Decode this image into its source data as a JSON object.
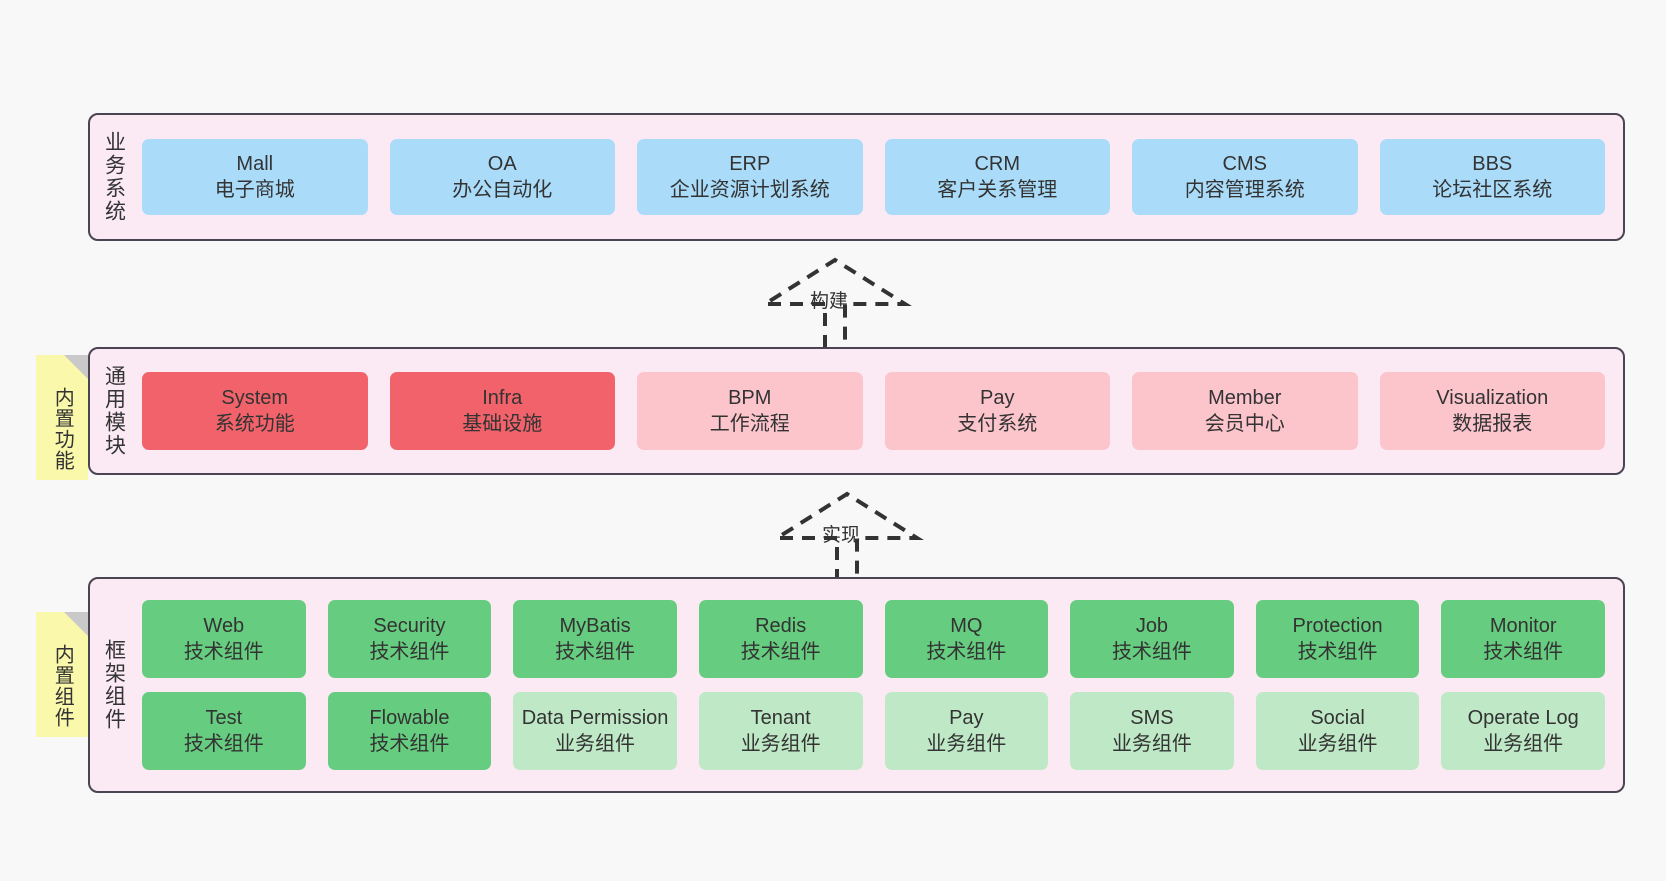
{
  "diagram": {
    "background": "#f8f8f8",
    "panel_fill": "#fbeaf4",
    "panel_border": "#4a4453",
    "note_fill": "#faf8aa",
    "note_fold": "#c9c9c9"
  },
  "layers": [
    {
      "id": "business-system",
      "title": "业务系统",
      "note": null,
      "rows": [
        {
          "color": "#aadcfa",
          "cards": [
            {
              "en": "Mall",
              "cn": "电子商城"
            },
            {
              "en": "OA",
              "cn": "办公自动化"
            },
            {
              "en": "ERP",
              "cn": "企业资源计划系统"
            },
            {
              "en": "CRM",
              "cn": "客户关系管理"
            },
            {
              "en": "CMS",
              "cn": "内容管理系统"
            },
            {
              "en": "BBS",
              "cn": "论坛社区系统"
            }
          ]
        }
      ]
    },
    {
      "id": "common-module",
      "title": "通用模块",
      "note": "内置功能",
      "rows": [
        {
          "cards": [
            {
              "en": "System",
              "cn": "系统功能",
              "color": "#f2626a"
            },
            {
              "en": "Infra",
              "cn": "基础设施",
              "color": "#f2626a"
            },
            {
              "en": "BPM",
              "cn": "工作流程",
              "color": "#fcc5cc"
            },
            {
              "en": "Pay",
              "cn": "支付系统",
              "color": "#fcc5cc"
            },
            {
              "en": "Member",
              "cn": "会员中心",
              "color": "#fcc5cc"
            },
            {
              "en": "Visualization",
              "cn": "数据报表",
              "color": "#fcc5cc"
            }
          ]
        }
      ]
    },
    {
      "id": "framework-component",
      "title": "框架组件",
      "note": "内置组件",
      "rows": [
        {
          "color": "#66cc7f",
          "cards": [
            {
              "en": "Web",
              "cn": "技术组件"
            },
            {
              "en": "Security",
              "cn": "技术组件"
            },
            {
              "en": "MyBatis",
              "cn": "技术组件"
            },
            {
              "en": "Redis",
              "cn": "技术组件"
            },
            {
              "en": "MQ",
              "cn": "技术组件"
            },
            {
              "en": "Job",
              "cn": "技术组件"
            },
            {
              "en": "Protection",
              "cn": "技术组件"
            },
            {
              "en": "Monitor",
              "cn": "技术组件"
            }
          ]
        },
        {
          "cards": [
            {
              "en": "Test",
              "cn": "技术组件",
              "color": "#66cc7f"
            },
            {
              "en": "Flowable",
              "cn": "技术组件",
              "color": "#66cc7f"
            },
            {
              "en": "Data Permission",
              "cn": "业务组件",
              "color": "#bfe9c6"
            },
            {
              "en": "Tenant",
              "cn": "业务组件",
              "color": "#bfe9c6"
            },
            {
              "en": "Pay",
              "cn": "业务组件",
              "color": "#bfe9c6"
            },
            {
              "en": "SMS",
              "cn": "业务组件",
              "color": "#bfe9c6"
            },
            {
              "en": "Social",
              "cn": "业务组件",
              "color": "#bfe9c6"
            },
            {
              "en": "Operate Log",
              "cn": "业务组件",
              "color": "#bfe9c6"
            }
          ]
        }
      ]
    }
  ],
  "connectors": [
    {
      "id": "build",
      "label": "构建"
    },
    {
      "id": "implement",
      "label": "实现"
    }
  ]
}
